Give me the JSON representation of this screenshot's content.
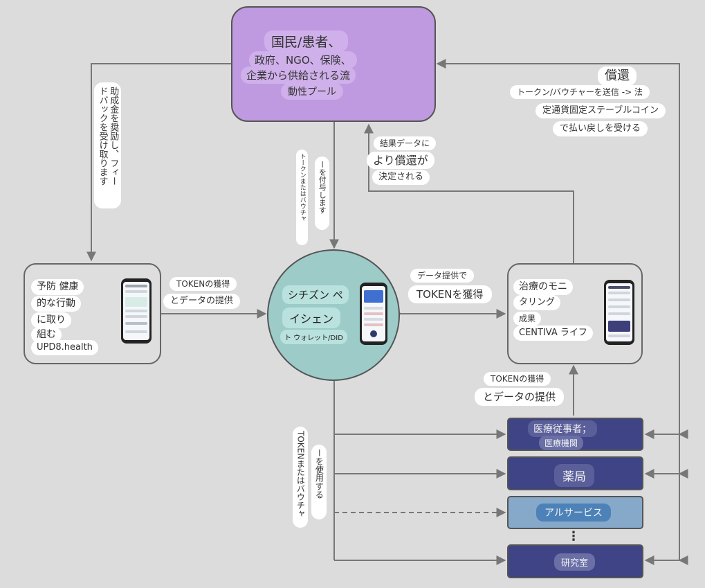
{
  "pool": {
    "title": "国民/患者、",
    "line2": "政府、NGO、保険、",
    "line3": "企業から供給される流",
    "line4": "動性プール"
  },
  "left_vertical": {
    "col1": "助成金を奨励し、フィー",
    "col2": "ドバックを受け取ります"
  },
  "top_center_vertical": {
    "col1": "トークンまたはバウチャ",
    "col2": "ーを付与します"
  },
  "result_label": {
    "line1": "結果データに",
    "line2": "より償還が",
    "line3": "決定される"
  },
  "reimbursement": {
    "title": "償還",
    "line1": "トークン/バウチャーを送信 -> 法",
    "line2": "定通貨固定ステーブルコイン",
    "line3": "で払い戻しを受ける"
  },
  "prevention": {
    "line1": "予防 健康",
    "line2": "的な行動",
    "line3": "に取り",
    "line4": "組む",
    "line5": "UPD8.health"
  },
  "left_edge_label": {
    "line1": "TOKENの獲得",
    "line2": "とデータの提供"
  },
  "citizen": {
    "line1": "シチズン ペ",
    "line2": "イシェン",
    "line3": "ト ウォレット/DID"
  },
  "right_edge_label": {
    "line1": "データ提供で",
    "line2": "TOKENを獲得"
  },
  "monitoring": {
    "line1": "治療のモニ",
    "line2": "タリング",
    "line3": "成果",
    "line4": "CENTIVA ライフ"
  },
  "provider_edge_label": {
    "line1": "TOKENの獲得",
    "line2": "とデータの提供"
  },
  "bottom_vertical": {
    "col1": "TOKENまたはバウチャ",
    "col2": "ーを使用する"
  },
  "providers": {
    "medical_line1": "医療従事者；",
    "medical_line2": "医療機関",
    "pharmacy": "薬局",
    "service": "アルサービス",
    "ellipsis": "⋮",
    "lab": "研究室"
  },
  "colors": {
    "background": "#dcdcdc",
    "pool_fill": "#bf9ae0",
    "citizen_fill": "#9ccbc8",
    "provider_fill": "#3f4486",
    "service_fill": "#87a9c9",
    "arrow": "#777777"
  }
}
